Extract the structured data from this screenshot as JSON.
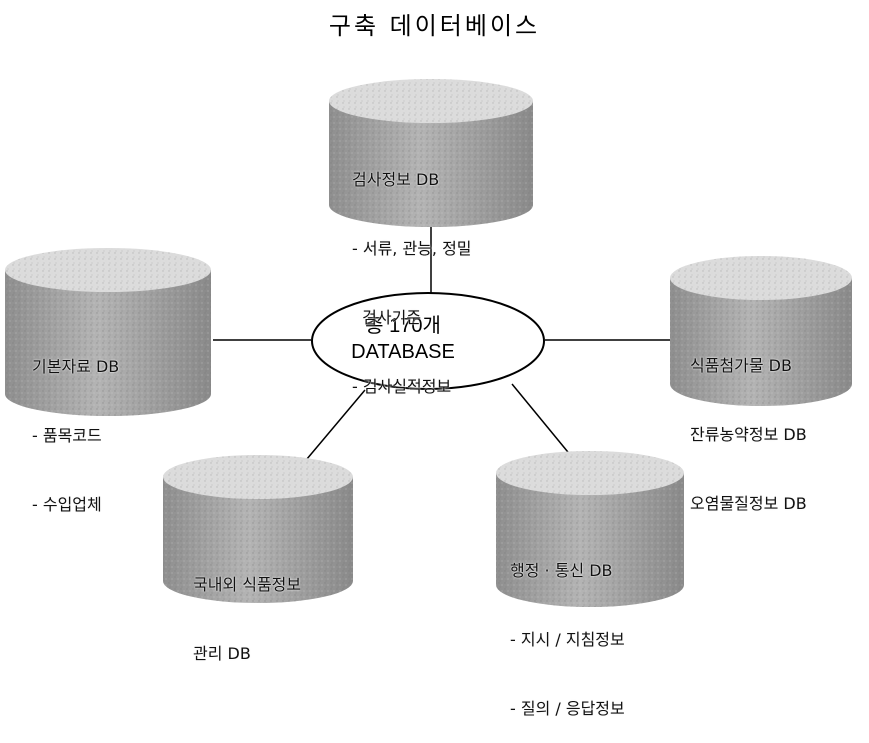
{
  "title": "구축 데이터베이스",
  "hub": {
    "line1": "총 170개",
    "line2": "DATABASE"
  },
  "databases": {
    "top": {
      "lines": [
        "검사정보 DB",
        "- 서류, 관능, 정밀",
        "  검사기준",
        "- 검사실적정보"
      ]
    },
    "left": {
      "lines": [
        "기본자료 DB",
        "- 품목코드",
        "- 수입업체"
      ]
    },
    "right": {
      "lines": [
        "식품첨가물 DB",
        "잔류농약정보 DB",
        "오염물질정보 DB"
      ]
    },
    "bottom_left": {
      "lines": [
        "국내외 식품정보",
        "관리 DB"
      ]
    },
    "bottom_right": {
      "lines": [
        "행정 · 통신 DB",
        "- 지시 / 지침정보",
        "- 질의 / 응답정보"
      ]
    }
  },
  "colors": {
    "cylinder_top": "#d9d9d9",
    "cylinder_body": "#a6a6a6",
    "outline": "#000000"
  }
}
